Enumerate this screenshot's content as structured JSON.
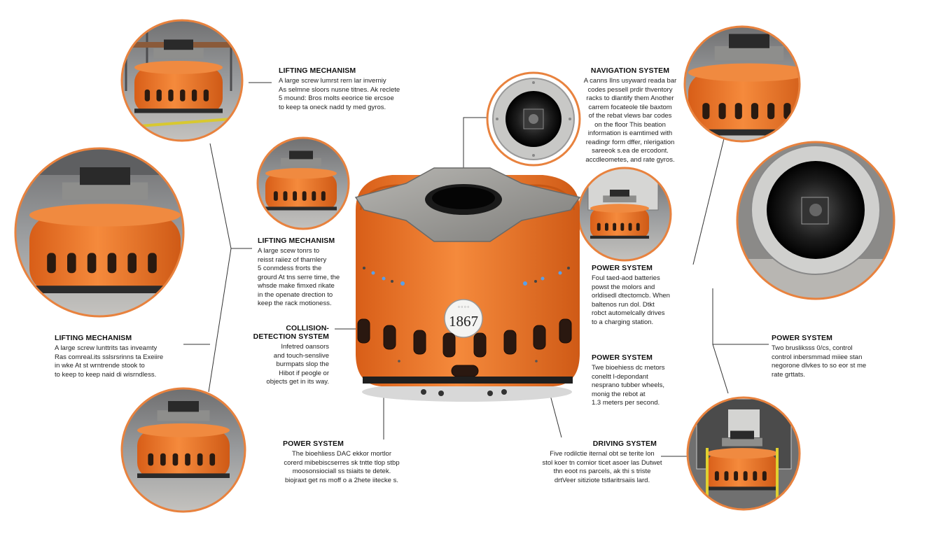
{
  "robot_badge": "1867",
  "callouts": {
    "lift_top": {
      "title": "LIFTING MECHANISM",
      "body": "A large screw lumrst rern lar inverniy\nAs selmne sloors nusne titnes. Ak reclete\n5 mound: Bros molts eeorice tie ercsoe\nto keep ta oneck nadd ty med gyros."
    },
    "lift_mid": {
      "title": "LIFTING MECHANISM",
      "body": "A large scew tonrs to\nreisst raiiez of tharnlery\n5 conmdess frorts the\ngrourd At tns serre time, the\nwhsde make fimxed rikate\nin the openate drection to\nkeep the rack motioness."
    },
    "lift_left": {
      "title": "LIFTING MECHANISM",
      "body": "A large screw lunttrits tas inveamty\nRas comreal.its sslsrsrinns ta Exeiire\nin wke At st wrntrende stook to\nto keep to keep naid di wisrndless."
    },
    "collision": {
      "title": "COLLISION-\nDETECTION SYSTEM",
      "body": "Infetred oansors\nand touch-senslive\nburmpats slop the\nHibot if peogle or\nobjects get in its way."
    },
    "power_bottom": {
      "title": "POWER SYSTEM",
      "body": "The bioehliess DAC ekkor mortlor\ncorerd mibebiscserres sk tntte tlop stbp\nmoosonsiociall ss tsiaits te detek.\nbiojraxt get ns moff o a 2hete iitecke s."
    },
    "navigation": {
      "title": "NAVIGATION SYSTEM",
      "body": "A canns Ilns usyward reada bar\ncodes pessell prdir thventory\nracks to dlantify them Another\ncarrem focateole tile baxtom\nof the rebat vlews bar codes\non the floor This beation\ninformation is eamtimed with\nreadingr form dffer, nlerigation\nsareeok s.ea de ercodont.\naccdleometes, and rate gyros."
    },
    "power_mid_a": {
      "title": "POWER SYSTEM",
      "body": "Foul taed-aod batteries\npowst the molors and\norldisedl dtectomcb. When\nbaltenos run dol. Dtkt\nrobct automelcally drives\nto a charging station."
    },
    "power_mid_b": {
      "title": "POWER SYSTEM",
      "body": "Twe bioehiess dc metors\nconeltt l-depondant\nnesprano tubber wheels,\nmonig the rebot at\n1.3 meters per second."
    },
    "power_right": {
      "title": "POWER SYSTEM",
      "body": "Two brusliksss 0/cs, control\ncontrol inbersmmad miiee stan\nnegorone dlvkes to so eor st me\nrate grttats."
    },
    "driving": {
      "title": "DRIVING SYSTEM",
      "body": "Five rodilctie iternal obt se terite lon\nstol koer tn comior ticet asoer las Dutwet\nthn eoot ns parcels, ak thi s triste\ndrtVeer sitiziote tstlaritrsaiis lard."
    }
  },
  "colors": {
    "robot_orange": "#f07a2a",
    "frame_orange": "#e8823e",
    "plate_gray": "#9a9a98",
    "led_blue": "#5aa0e8",
    "line": "#333333"
  },
  "icons": [
    "top-plate",
    "barcode-camera",
    "status-led",
    "bumper-sensor",
    "drive-wheel"
  ]
}
